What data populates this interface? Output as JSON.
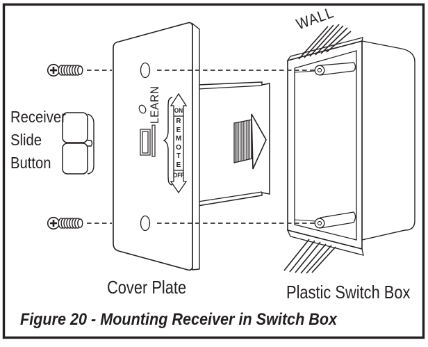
{
  "figure": {
    "caption": "Figure 20 - Mounting Receiver in Switch Box",
    "labels": {
      "receiver_slide_button": "Receiver\nSlide\nButton",
      "cover_plate": "Cover Plate",
      "plastic_switch_box": "Plastic Switch Box",
      "wall": "WALL",
      "learn": "LEARN",
      "switch_on": "ON",
      "switch_remote": "REMOTE",
      "switch_off": "OFF"
    },
    "colors": {
      "line": "#231f20",
      "dash": "#4a4a4c",
      "background": "#ffffff"
    }
  }
}
